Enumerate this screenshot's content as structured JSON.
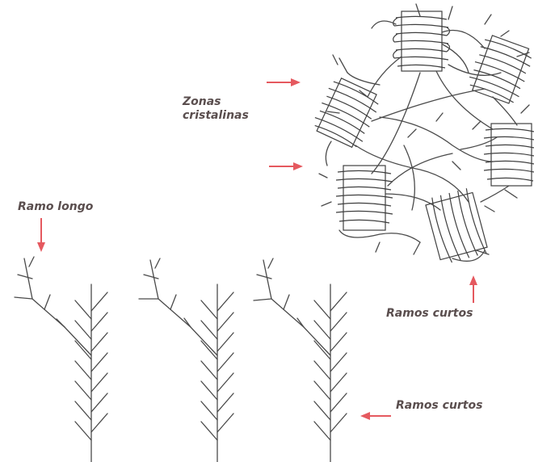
{
  "labels": {
    "crystalline_zones_line1": "Zonas",
    "crystalline_zones_line2": "cristalinas",
    "long_branch": "Ramo longo",
    "short_branches_top": "Ramos curtos",
    "short_branches_bottom": "Ramos curtos"
  },
  "colors": {
    "arrow": "#e5595f",
    "line": "#4a4a4a",
    "label_text": "#5a4e4e",
    "background": "#ffffff"
  }
}
